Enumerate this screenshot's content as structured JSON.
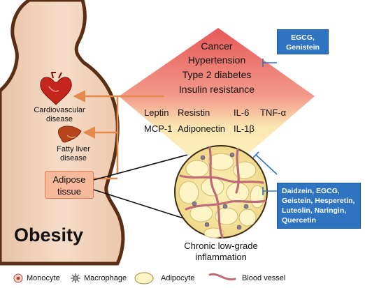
{
  "disease_pyramid": {
    "items": [
      "Cancer",
      "Hypertension",
      "Type 2 diabetes",
      "Insulin resistance"
    ]
  },
  "adipokines": {
    "row1": [
      "Leptin",
      "Resistin",
      "IL-6",
      "TNF-α"
    ],
    "row2": [
      "MCP-1",
      "Adiponectin",
      "IL-1β"
    ]
  },
  "inhibitor_top": {
    "lines": [
      "EGCG,",
      "Genistein"
    ]
  },
  "inhibitor_right": {
    "lines": [
      "Daidzein, EGCG,",
      "Geistein, Hesperetin,",
      "Luteolin, Naringin,",
      "Quercetin"
    ]
  },
  "body_labels": {
    "heart": [
      "Cardiovascular",
      "disease"
    ],
    "liver": [
      "Fatty liver",
      "disease"
    ],
    "adipose": [
      "Adipose",
      "tissue"
    ],
    "title": "Obesity"
  },
  "inflammation": {
    "lines": [
      "Chronic low-grade",
      "inflammation"
    ]
  },
  "legend": {
    "items": [
      "Monocyte",
      "Macrophage",
      "Adipocyte",
      "Blood vessel"
    ]
  },
  "colors": {
    "body_fill": "#f2d3bd",
    "body_outline": "#5a2e14",
    "arrow": "#e58a4c",
    "box_blue": "#2f74c0",
    "inhibitor_line": "#2f74c0",
    "triangle_top": "#e65858",
    "triangle_bottom": "#f8f0b0"
  }
}
